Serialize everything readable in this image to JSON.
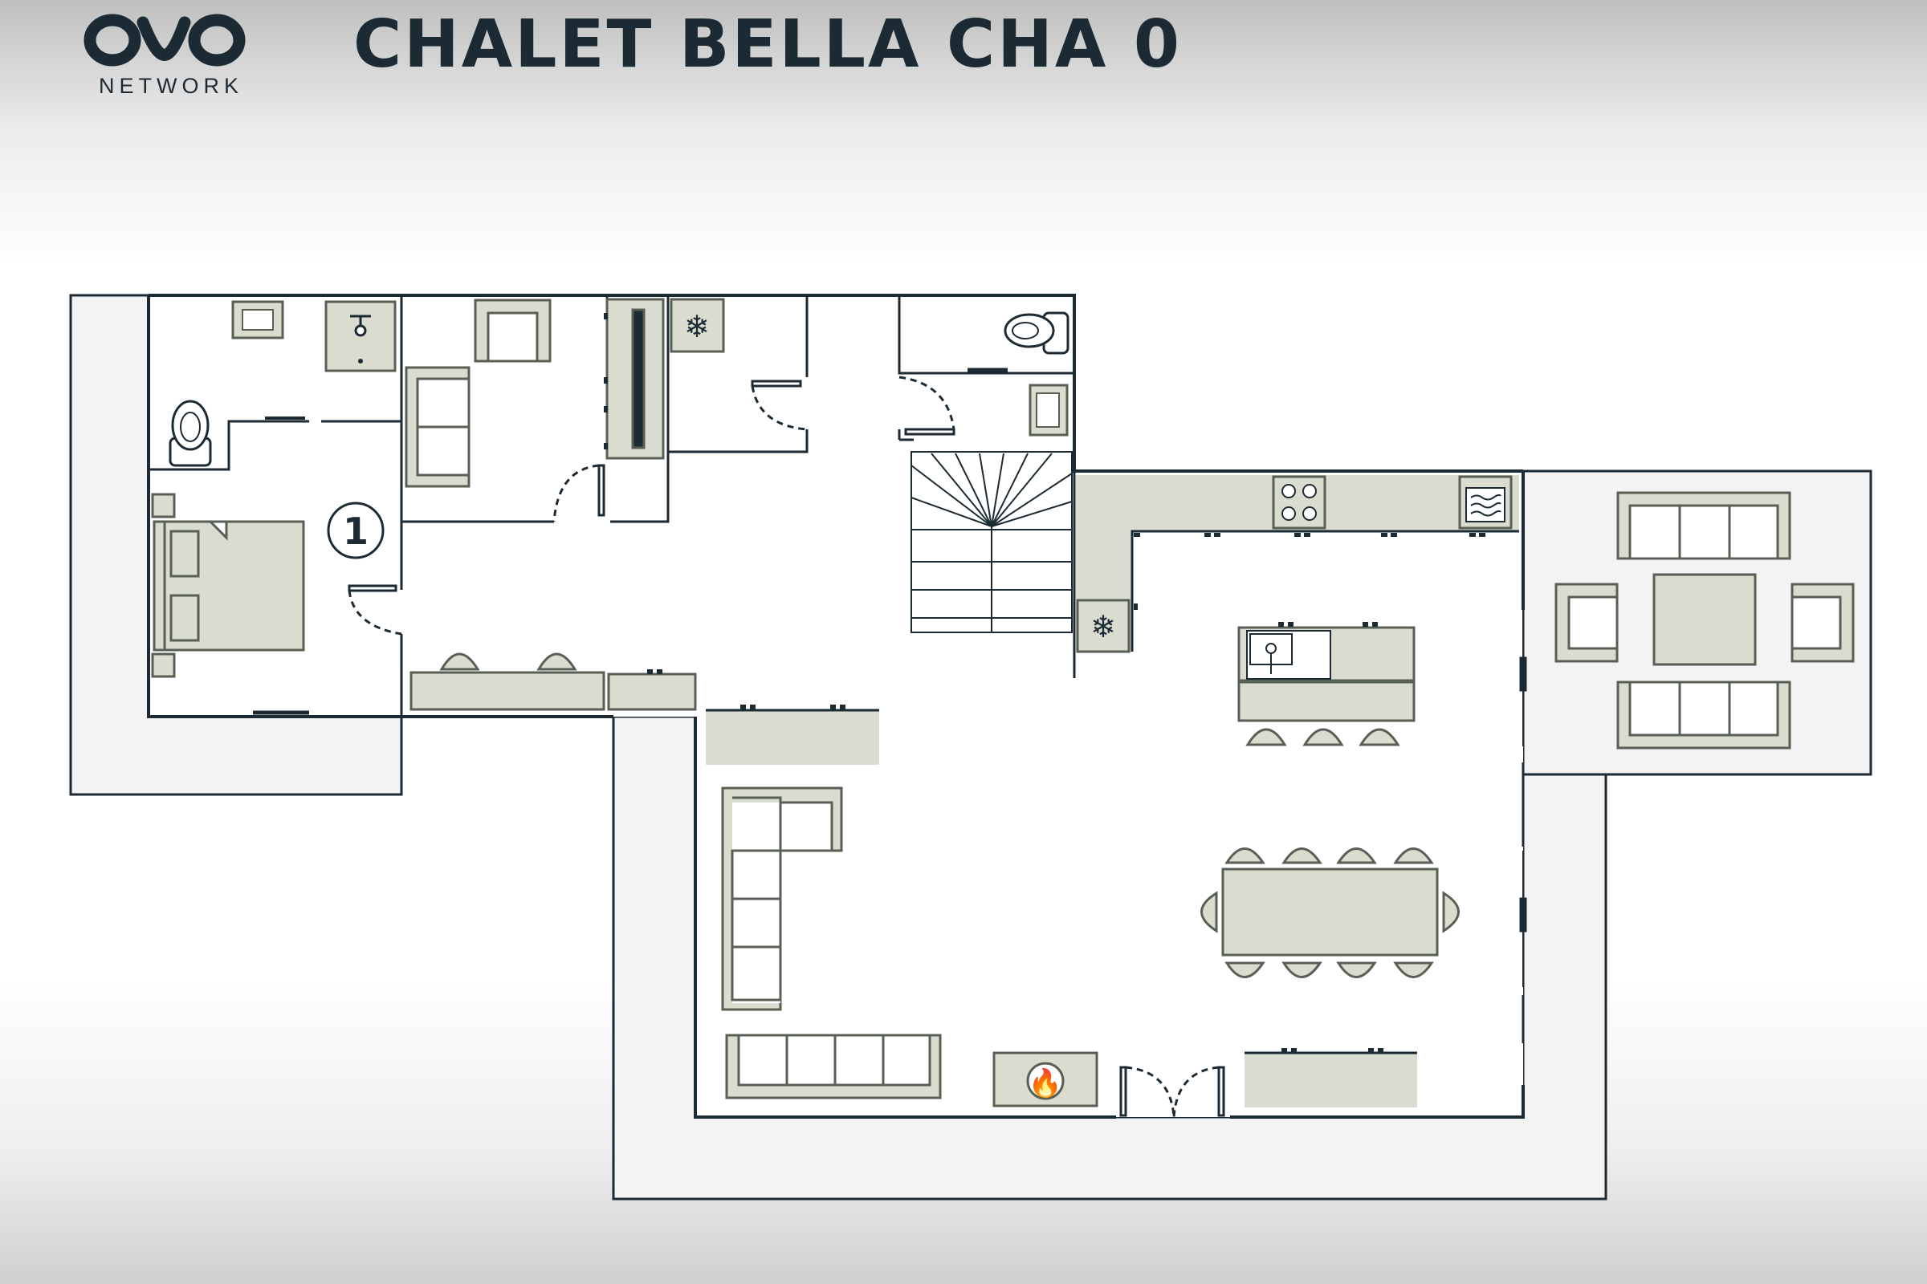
{
  "header": {
    "brand_name": "NETWORK",
    "title": "CHALET BELLA CHA 0"
  },
  "plan": {
    "bedroom_number": "1",
    "icons": {
      "freezer": "snowflake-icon",
      "fireplace": "fire-icon",
      "logo": "ovo-network-logo"
    }
  },
  "colors": {
    "wall": "#1c2a33",
    "furniture_fill": "#dadcd0",
    "furniture_stroke": "#585f55",
    "terrace_fill": "#f3f3f3",
    "fire": "#e05a22"
  }
}
